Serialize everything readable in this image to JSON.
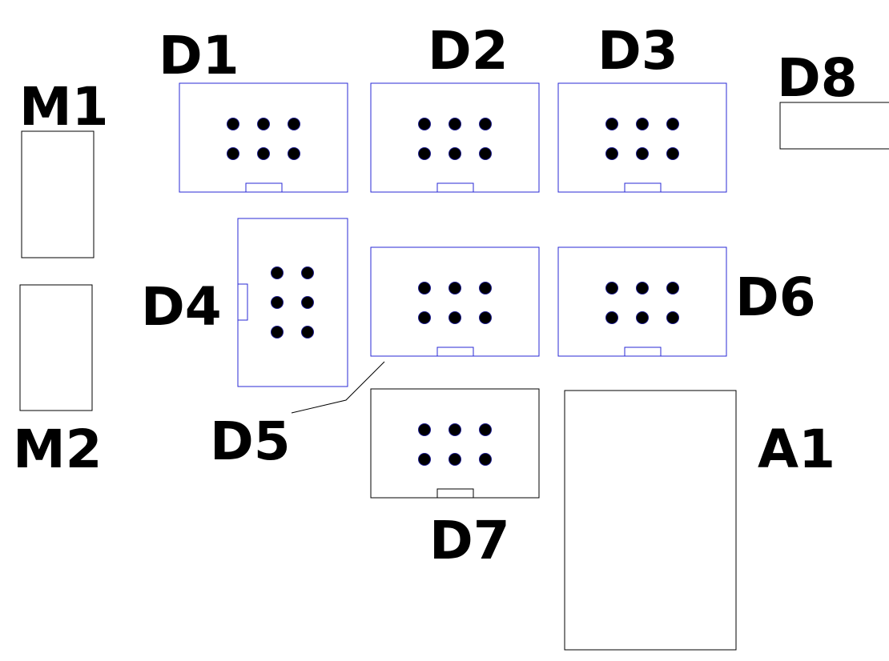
{
  "colors": {
    "desk_outline": "#2a2ad6",
    "plain_outline": "#000000",
    "dot": "#000000",
    "dot_stroke": "#1a1a8c",
    "label": "#000000"
  },
  "labels": {
    "d1": "D1",
    "d2": "D2",
    "d3": "D3",
    "d4": "D4",
    "d5": "D5",
    "d6": "D6",
    "d7": "D7",
    "d8": "D8",
    "m1": "M1",
    "m2": "M2",
    "a1": "A1"
  }
}
